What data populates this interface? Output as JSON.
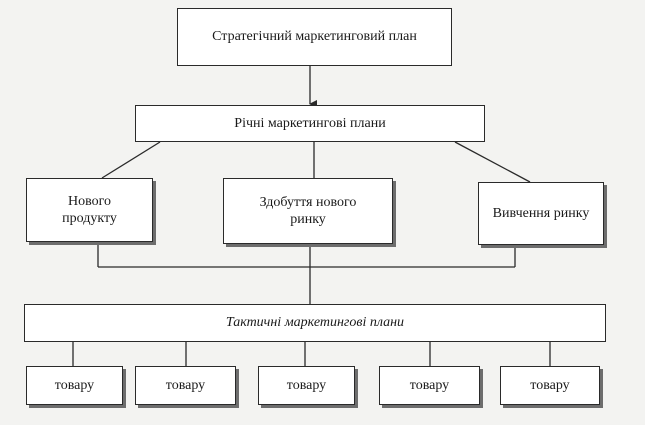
{
  "diagram": {
    "strategic_plan": "Стратегічний маркетинговий план",
    "annual_plans": "Річні маркетингові плани",
    "branches": [
      "Нового\nпродукту",
      "Здобуття нового\nринку",
      "Вивчення ринку"
    ],
    "tactical_plans": "Тактичні маркетингові плани",
    "products": [
      "товару",
      "товару",
      "товару",
      "товару",
      "товару"
    ]
  },
  "colors": {
    "line": "#2a2a2a",
    "shadow": "#6d6d6d",
    "background": "#f3f3f1"
  }
}
